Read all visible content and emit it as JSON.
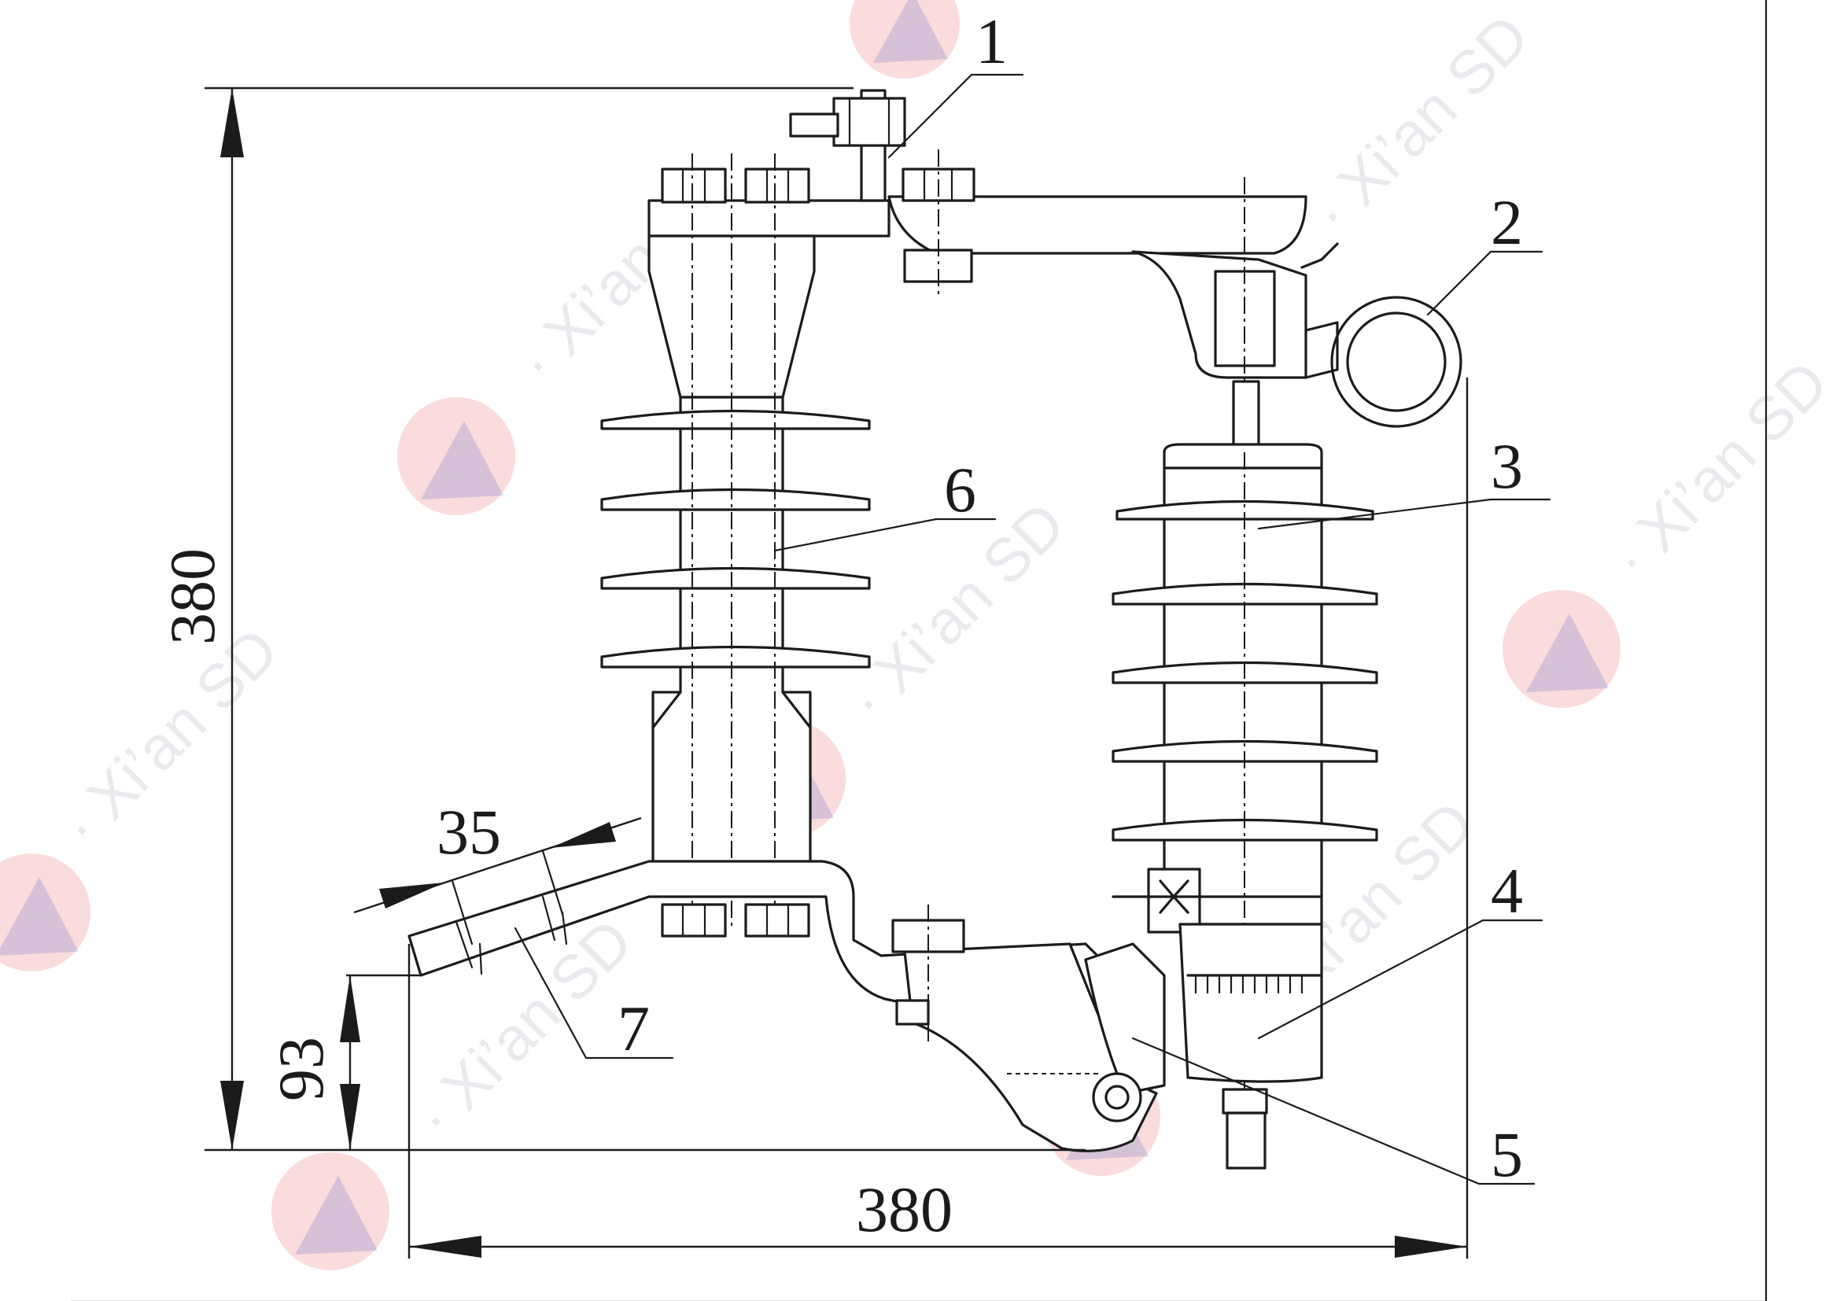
{
  "watermark": {
    "text": "· Xi’an SD",
    "logo": "xian-sd-logo",
    "colors": {
      "logo_red": "#e23b3b",
      "logo_blue": "#2a46c9",
      "text_gray": "#9aa2b6"
    }
  },
  "dimensions": {
    "total_height": "380",
    "total_width": "380",
    "base_offset": "93",
    "mount_width": "35"
  },
  "callouts": {
    "c1": "1",
    "c2": "2",
    "c3": "3",
    "c4": "4",
    "c5": "5",
    "c6": "6",
    "c7": "7"
  },
  "colors": {
    "line": "#1b1b1b",
    "background": "#ffffff"
  }
}
